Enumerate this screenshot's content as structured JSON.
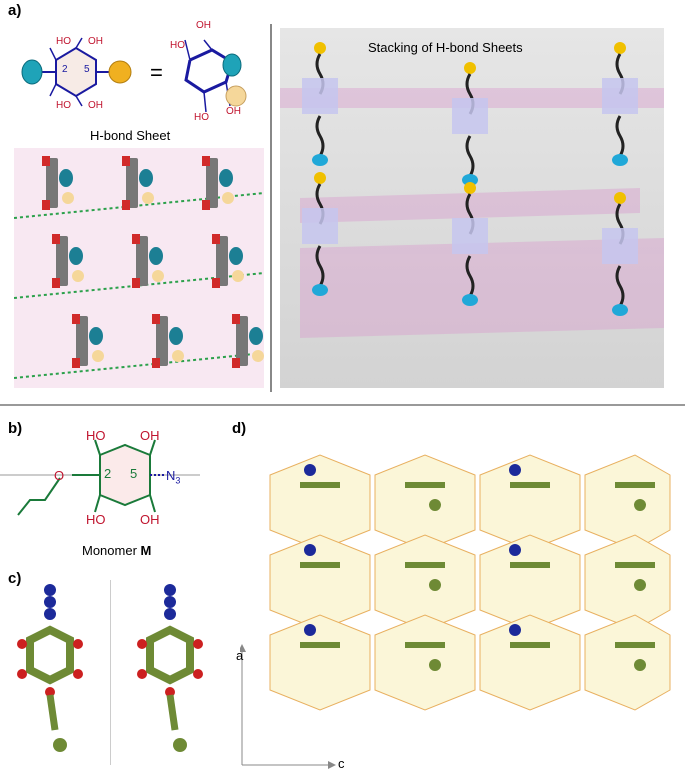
{
  "panels": {
    "a": {
      "label": "a)",
      "equals": "=",
      "ring_pos_2": "2",
      "ring_pos_5": "5",
      "oh": "OH",
      "ho": "HO",
      "sheet_caption": "H-bond Sheet",
      "stack_title": "Stacking of H-bond Sheets"
    },
    "b": {
      "label": "b)",
      "ho": "HO",
      "oh": "OH",
      "pos_2": "2",
      "pos_5": "5",
      "n3": "N",
      "n3_sub": "3",
      "caption_prefix": "Monomer ",
      "caption_bold": "M"
    },
    "c": {
      "label": "c)"
    },
    "d": {
      "label": "d)",
      "axis_a": "a",
      "axis_c": "c"
    }
  },
  "colors": {
    "oh_red": "#c0152f",
    "ring_blue": "#1a1aa0",
    "green_text": "#1a7a3a",
    "azide_blue": "#1c2a9a",
    "stick_green": "#6e8a35",
    "oxygen_red": "#cc2020",
    "sheet_pink": "#f8e8f2",
    "hex_yellow": "#fbf6d8",
    "divider": "#999999"
  }
}
